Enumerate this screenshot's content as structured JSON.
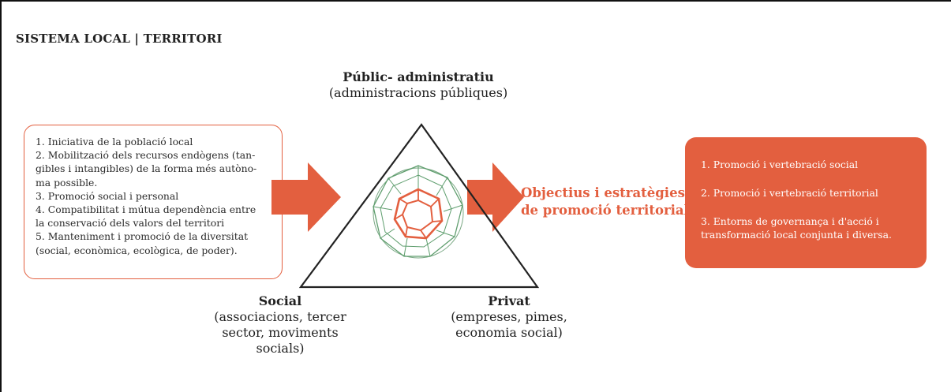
{
  "colors": {
    "accent": "#e35f3f",
    "polyhedron_green": "#5f9e6e",
    "text": "#222222"
  },
  "title": "SISTEMA LOCAL | TERRITORI",
  "vertices": {
    "top": {
      "name": "Públic- administratiu",
      "detail": "(administracions públiques)"
    },
    "left": {
      "name": "Social",
      "detail_lines": [
        "(associacions, tercer",
        "sector, moviments",
        "socials)"
      ]
    },
    "right": {
      "name": "Privat",
      "detail_lines": [
        "(empreses, pimes,",
        "economia social)"
      ]
    }
  },
  "principles_lines": [
    "1. Iniciativa de la població local",
    "2. Mobilització dels recursos endògens (tan-",
    "gibles i intangibles) de la forma més autòno-",
    "ma possible.",
    "3. Promoció social i personal",
    "4. Compatibilitat i mútua dependència entre",
    "la conservació dels valors del territori",
    "5. Manteniment i promoció de la diversitat",
    "(social, econòmica, ecològica, de poder)."
  ],
  "objectives_title_lines": [
    "Objectius i estratègies",
    "de promoció territorial"
  ],
  "objectives": [
    {
      "lines": [
        "1. Promoció i vertebració social"
      ]
    },
    {
      "lines": [
        "2. Promoció i vertebració territorial"
      ]
    },
    {
      "lines": [
        "3. Entorns de governança i d'acció i",
        "transformació local conjunta i diversa."
      ]
    }
  ]
}
